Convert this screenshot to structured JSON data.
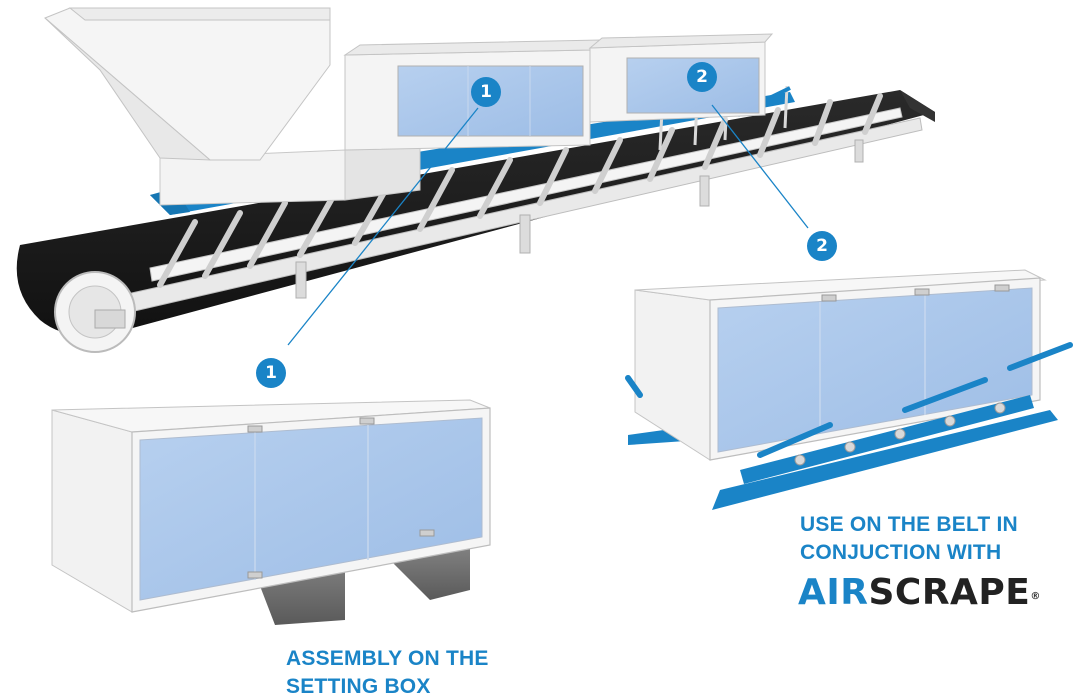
{
  "callouts": {
    "label_1": "1",
    "label_2": "2"
  },
  "captions": {
    "setting_box_line1": "ASSEMBLY ON THE",
    "setting_box_line2": "SETTING BOX",
    "belt_line1": "USE ON THE BELT IN",
    "belt_line2": "CONJUCTION WITH"
  },
  "brand": {
    "part1": "AIR",
    "part2": "SCRAPE",
    "registered": "®"
  },
  "colors": {
    "accent": "#1a84c7",
    "panel_blue": "#a9c6ea",
    "belt_black": "#1e1e1e",
    "frame_white": "#f2f2f2",
    "shadow_gray": "#6e6e6e"
  }
}
